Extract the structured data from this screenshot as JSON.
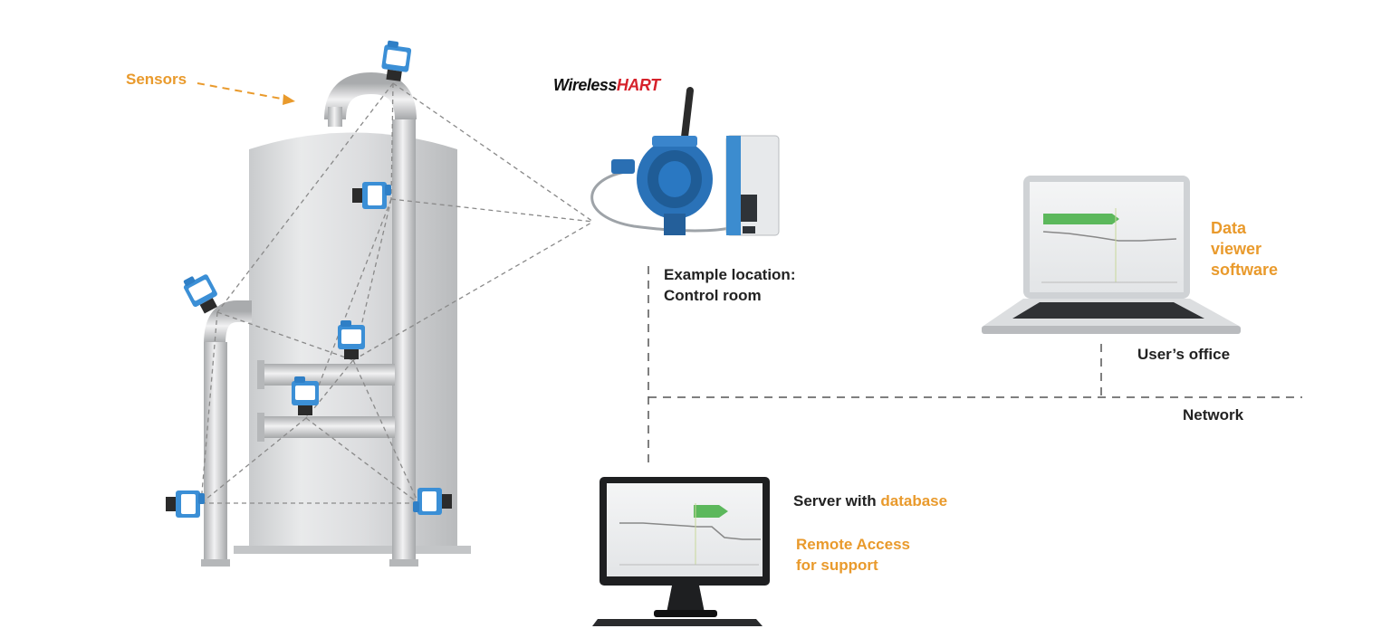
{
  "labels": {
    "sensors": "Sensors",
    "control_room_line1": "Example location:",
    "control_room_line2": "Control room",
    "data_viewer_line1": "Data",
    "data_viewer_line2": "viewer",
    "data_viewer_line3": "software",
    "users_office": "User’s office",
    "network": "Network",
    "server_prefix": "Server with ",
    "server_highlight": "database",
    "remote_line1": "Remote Access",
    "remote_line2": "for support"
  },
  "logo": {
    "part1": "Wireless",
    "part2": "HART"
  },
  "colors": {
    "accent_orange": "#e99a2c",
    "sensor_blue": "#3b8fd6",
    "vessel_grey": "#d3d5d7",
    "hart_red": "#d6222b"
  },
  "icons": [
    "sensor-icon",
    "gateway-icon",
    "laptop-icon",
    "monitor-icon",
    "keyboard-icon",
    "antenna-icon"
  ]
}
